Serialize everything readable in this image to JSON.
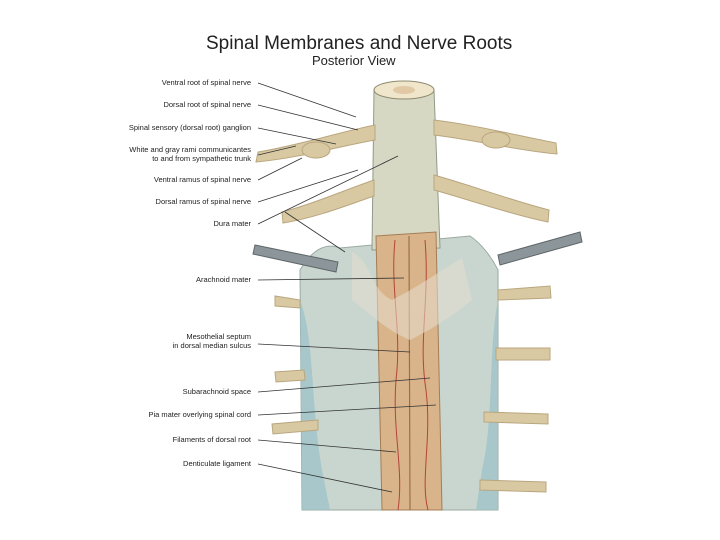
{
  "title": "Spinal Membranes and Nerve Roots",
  "subtitle": "Posterior View",
  "labels": [
    {
      "lines": [
        "Ventral root of spinal nerve"
      ]
    },
    {
      "lines": [
        "Dorsal root of spinal nerve"
      ]
    },
    {
      "lines": [
        "Spinal sensory (dorsal root) ganglion"
      ]
    },
    {
      "lines": [
        "White and gray rami communicantes",
        "to and from sympathetic trunk"
      ]
    },
    {
      "lines": [
        "Ventral ramus of spinal nerve"
      ]
    },
    {
      "lines": [
        "Dorsal ramus of spinal nerve"
      ]
    },
    {
      "lines": [
        "Dura mater"
      ]
    },
    {
      "lines": [
        "Arachnoid mater"
      ]
    },
    {
      "lines": [
        "Mesothelial septum",
        "in dorsal median sulcus"
      ]
    },
    {
      "lines": [
        "Subarachnoid space"
      ]
    },
    {
      "lines": [
        "Pia mater overlying spinal cord"
      ]
    },
    {
      "lines": [
        "Filaments of dorsal root"
      ]
    },
    {
      "lines": [
        "Denticulate ligament"
      ]
    }
  ],
  "colors": {
    "nerve": "#d9c9a3",
    "nerve_shade": "#b9a67e",
    "dura": "#c9d6cf",
    "dura_blue": "#9fc3c8",
    "cord": "#d9b48a",
    "vessel": "#b2443a",
    "leader": "#333333"
  }
}
